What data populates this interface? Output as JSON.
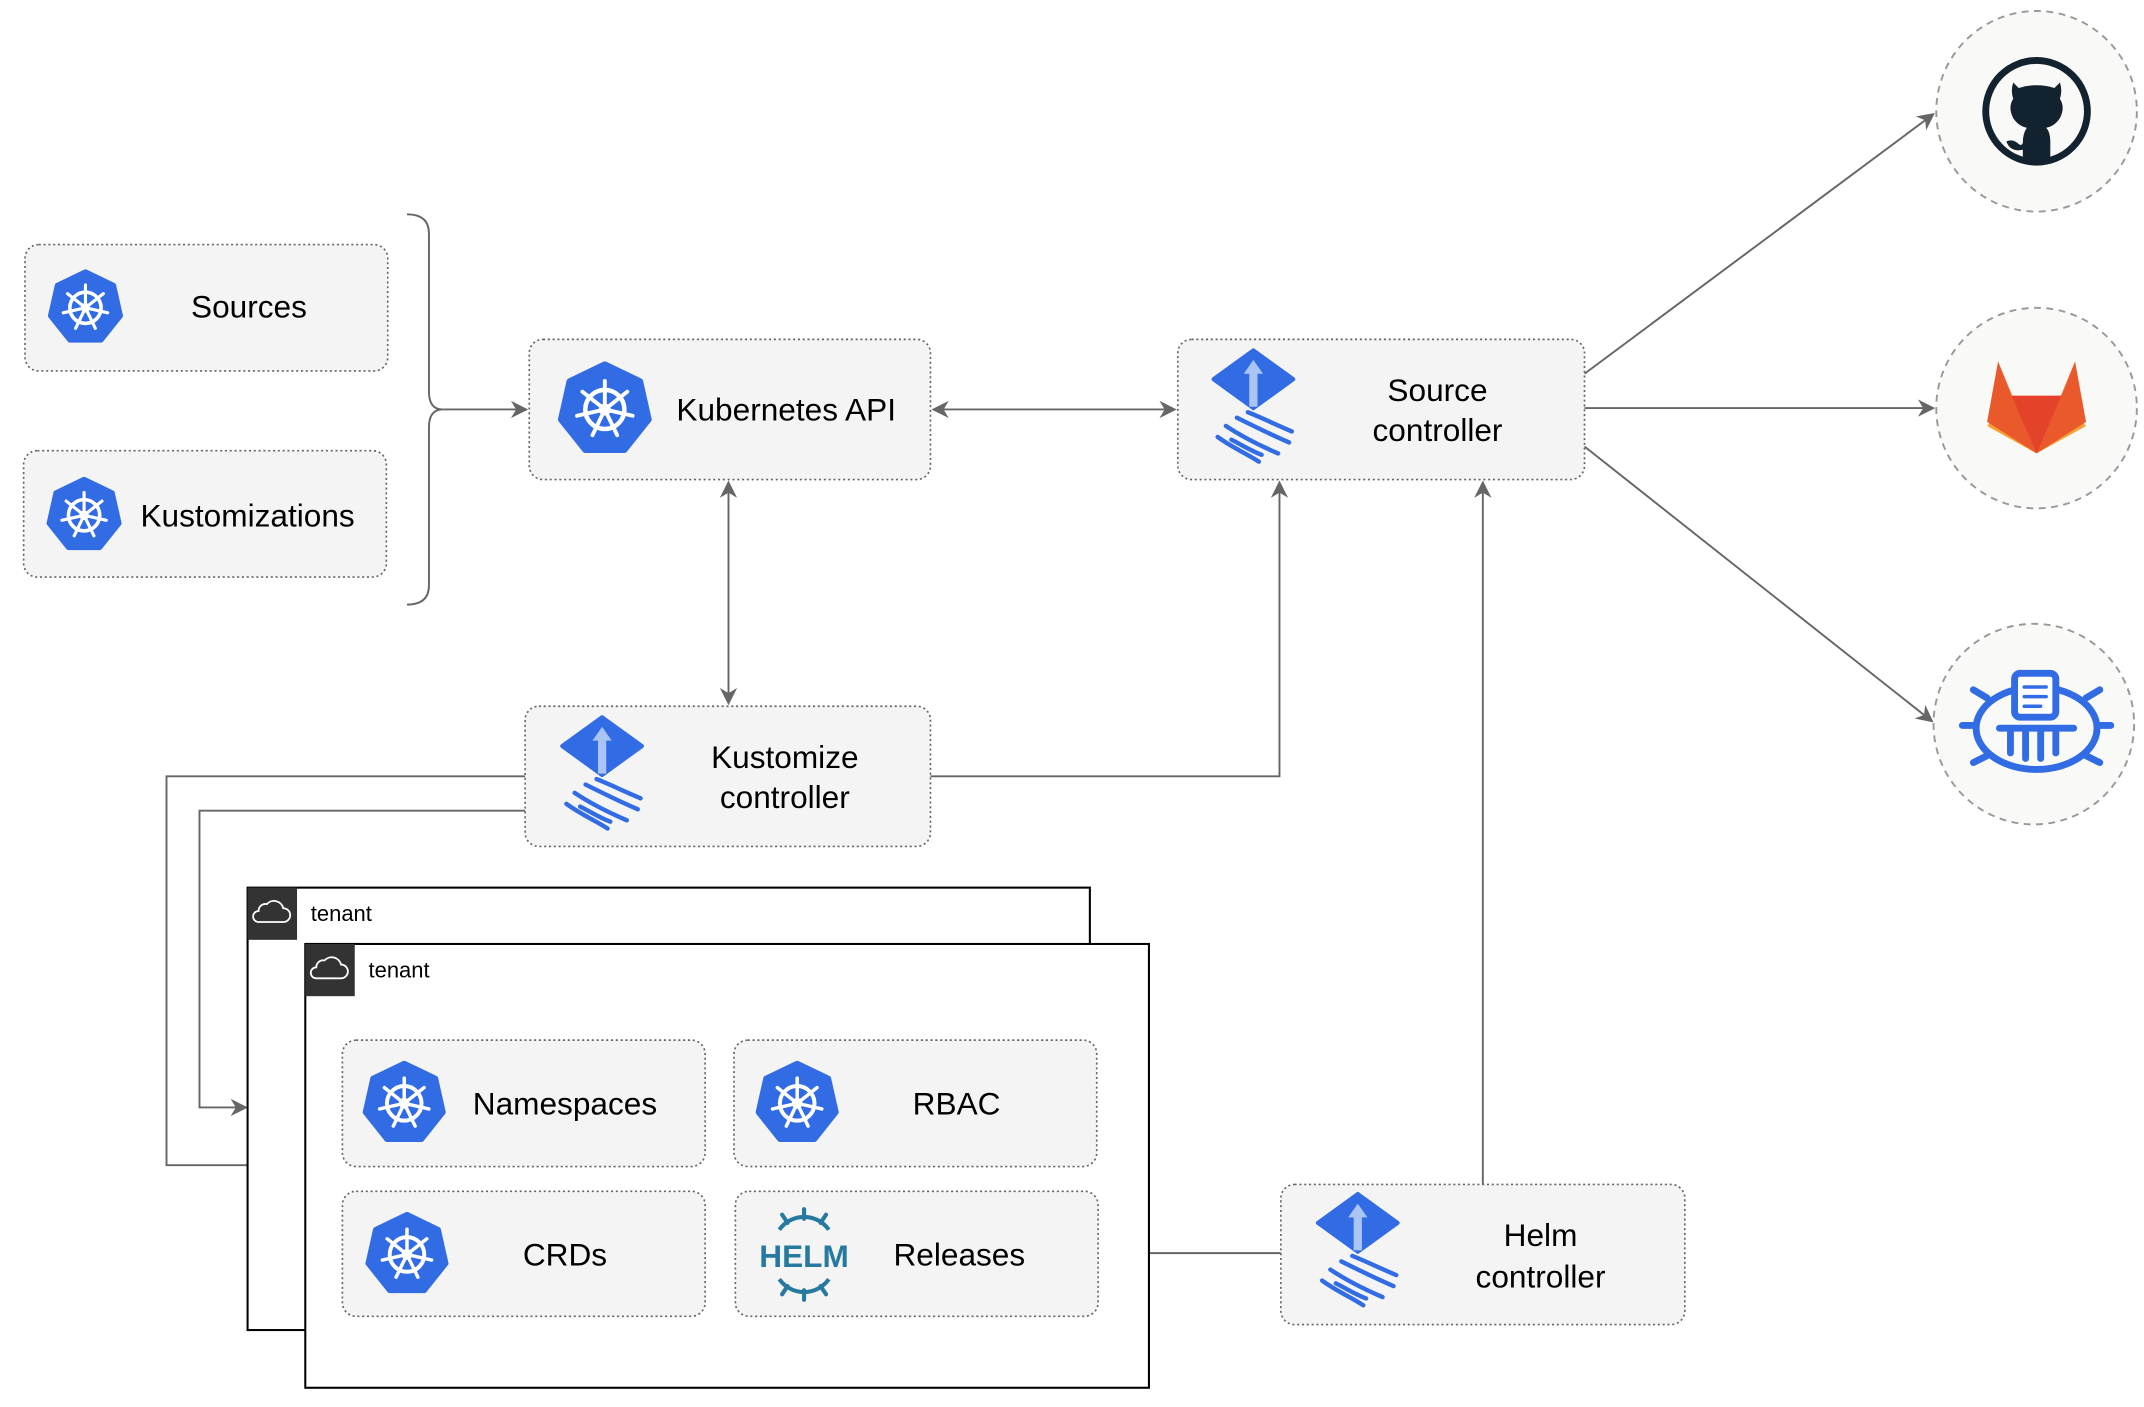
{
  "nodes": {
    "sources": "Sources",
    "kustomizations": "Kustomizations",
    "kubernetes_api": "Kubernetes API",
    "source_controller": [
      "Source",
      "controller"
    ],
    "kustomize_controller": [
      "Kustomize",
      "controller"
    ],
    "helm_controller": [
      "Helm",
      "controller"
    ],
    "namespaces": "Namespaces",
    "rbac": "RBAC",
    "crds": "CRDs",
    "releases": "Releases"
  },
  "tenants": [
    "tenant",
    "tenant"
  ],
  "helm_logo_text": "HELM",
  "external_sources": [
    "github-icon",
    "gitlab-icon",
    "bucket-icon"
  ],
  "colors": {
    "kubernetes_blue": "#326ce5",
    "box_fill": "#f4f4f4",
    "edge": "#666666",
    "github_dark": "#13222f",
    "gitlab_orange": "#e9592b",
    "gitlab_yellow": "#f9a035",
    "helm_blue": "#277a9f"
  }
}
